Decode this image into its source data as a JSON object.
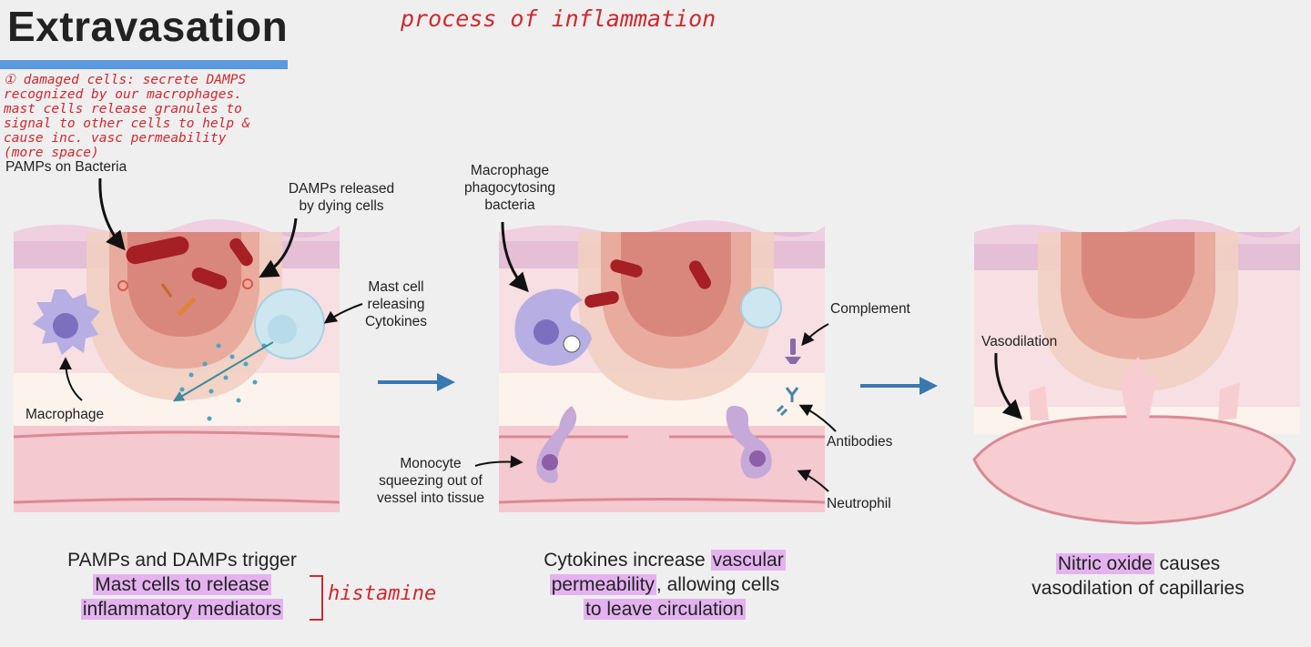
{
  "title": "Extravasation",
  "handwritten_title": "process of inflammation",
  "handwritten_note": "① damaged cells: secrete DAMPS\nrecognized by our macrophages.\nmast cells release granules to\nsignal to other cells to help &\ncause inc. vasc permeability\n(more space)",
  "handwritten_histamine": "histamine",
  "panel1": {
    "label_pamps": "PAMPs on Bacteria",
    "label_damps_line1": "DAMPs released",
    "label_damps_line2": "by dying cells",
    "label_mast_line1": "Mast cell",
    "label_mast_line2": "releasing",
    "label_mast_line3": "Cytokines",
    "label_macrophage": "Macrophage",
    "caption_line1": "PAMPs and DAMPs trigger",
    "caption_hl1": "Mast cells to release",
    "caption_hl2": "inflammatory mediators"
  },
  "panel2": {
    "label_macro_line1": "Macrophage",
    "label_macro_line2": "phagocytosing",
    "label_macro_line3": "bacteria",
    "label_complement": "Complement",
    "label_antibodies": "Antibodies",
    "label_neutrophil": "Neutrophil",
    "label_mono_line1": "Monocyte",
    "label_mono_line2": "squeezing out of",
    "label_mono_line3": "vessel into tissue",
    "caption_pre": "Cytokines increase ",
    "caption_hl1": "vascular",
    "caption_hl2": "permeability",
    "caption_mid": ", allowing cells",
    "caption_hl3": "to leave circulation"
  },
  "panel3": {
    "label_vasodilation": "Vasodilation",
    "caption_hl1": "Nitric oxide",
    "caption_rest": " causes",
    "caption_line2": "vasodilation of capillaries"
  },
  "colors": {
    "accent_bar": "#5b9ae0",
    "handwriting": "#d0282e",
    "highlight": "#e4b3ef",
    "flow_arrow": "#3a78b0"
  }
}
